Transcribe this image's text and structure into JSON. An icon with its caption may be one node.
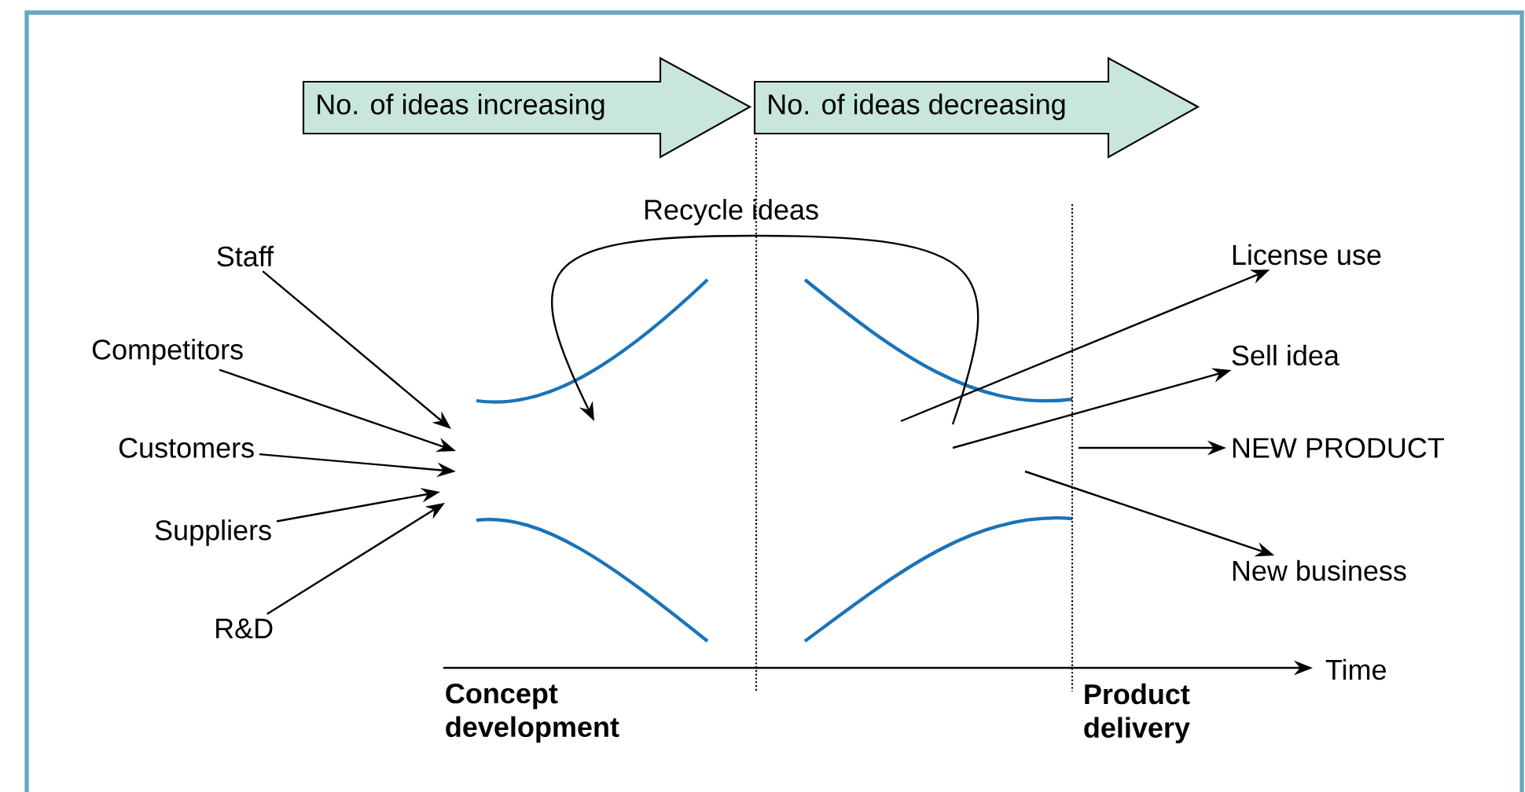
{
  "diagram": {
    "nodes": [
      {
        "text": [
          "No. of ideas increasing"
        ]
      },
      {
        "text": [
          "No. of ideas decreasing"
        ]
      },
      {
        "text": [
          "Staff"
        ]
      },
      {
        "text": [
          "Competitors"
        ]
      },
      {
        "text": [
          "Customers"
        ]
      },
      {
        "text": [
          "Suppliers"
        ]
      },
      {
        "text": [
          "R&D"
        ]
      },
      {
        "text": [
          "License use"
        ]
      },
      {
        "text": [
          "Sell idea"
        ]
      },
      {
        "text": [
          "NEW PRODUCT"
        ]
      },
      {
        "text": [
          "New business"
        ]
      }
    ],
    "edges": [
      {
        "from": 2,
        "to": null,
        "arrow": "to"
      },
      {
        "from": 3,
        "to": null,
        "arrow": "to"
      },
      {
        "from": 4,
        "to": null,
        "arrow": "to"
      },
      {
        "from": 5,
        "to": null,
        "arrow": "to"
      },
      {
        "from": 6,
        "to": null,
        "arrow": "to"
      },
      {
        "from": null,
        "to": 7,
        "arrow": "to"
      },
      {
        "from": null,
        "to": 8,
        "arrow": "to"
      },
      {
        "from": null,
        "to": 9,
        "arrow": "to"
      },
      {
        "from": null,
        "to": 10,
        "arrow": "to"
      }
    ],
    "labels": [
      "Recycle ideas",
      "Time",
      "Concept development",
      "Product delivery"
    ]
  }
}
